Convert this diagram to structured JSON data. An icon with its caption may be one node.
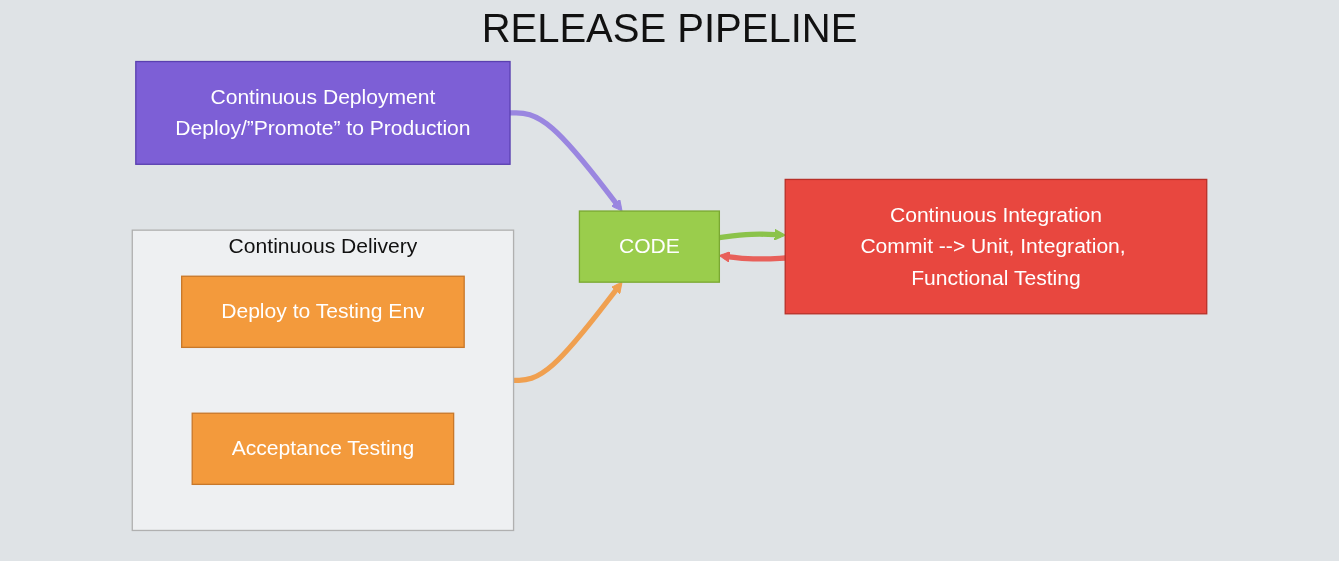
{
  "diagram": {
    "title": "RELEASE PIPELINE",
    "nodes": [
      {
        "text": [
          "CODE"
        ]
      },
      {
        "text": [
          "Continuous Integration",
          "Commit --> Unit, Integration, Functional Testing"
        ]
      },
      {
        "text": [
          "Continuous Delivery"
        ]
      },
      {
        "text": [
          "Deploy to Testing Env"
        ],
        "in": 2
      },
      {
        "text": [
          "Acceptance Testing"
        ],
        "in": 2
      },
      {
        "text": [
          "Continuous Deployment",
          "Deploy/”Promote” to Production"
        ]
      }
    ],
    "edges": [
      {
        "from": 0,
        "to": 1,
        "arrow": "to",
        "color": "#8bc34a"
      },
      {
        "from": 1,
        "to": 0,
        "arrow": "to",
        "color": "#e8605a"
      },
      {
        "from": 2,
        "to": 0,
        "arrow": "to",
        "color": "#f0a050"
      },
      {
        "from": 5,
        "to": 0,
        "arrow": "to",
        "color": "#9a86e0"
      }
    ]
  }
}
